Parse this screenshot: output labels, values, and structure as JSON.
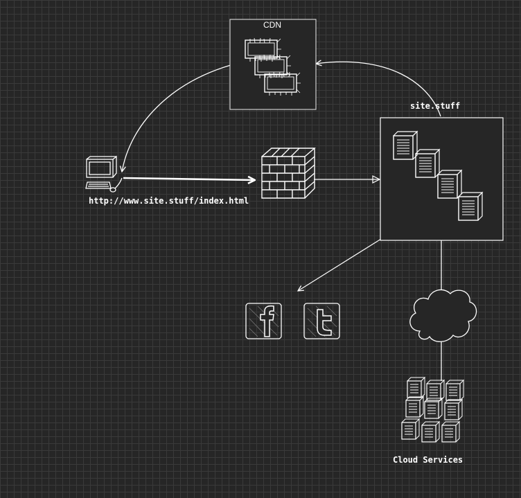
{
  "labels": {
    "cdn": "CDN",
    "site": "site.stuff",
    "url": "http://www.site.stuff/index.html",
    "cloud": "Cloud Services"
  },
  "icons": {
    "social_left": "facebook-icon",
    "social_right": "twitter-icon"
  },
  "colors": {
    "background": "#262626",
    "grid": "#3a3a3a",
    "stroke": "#ffffff"
  }
}
